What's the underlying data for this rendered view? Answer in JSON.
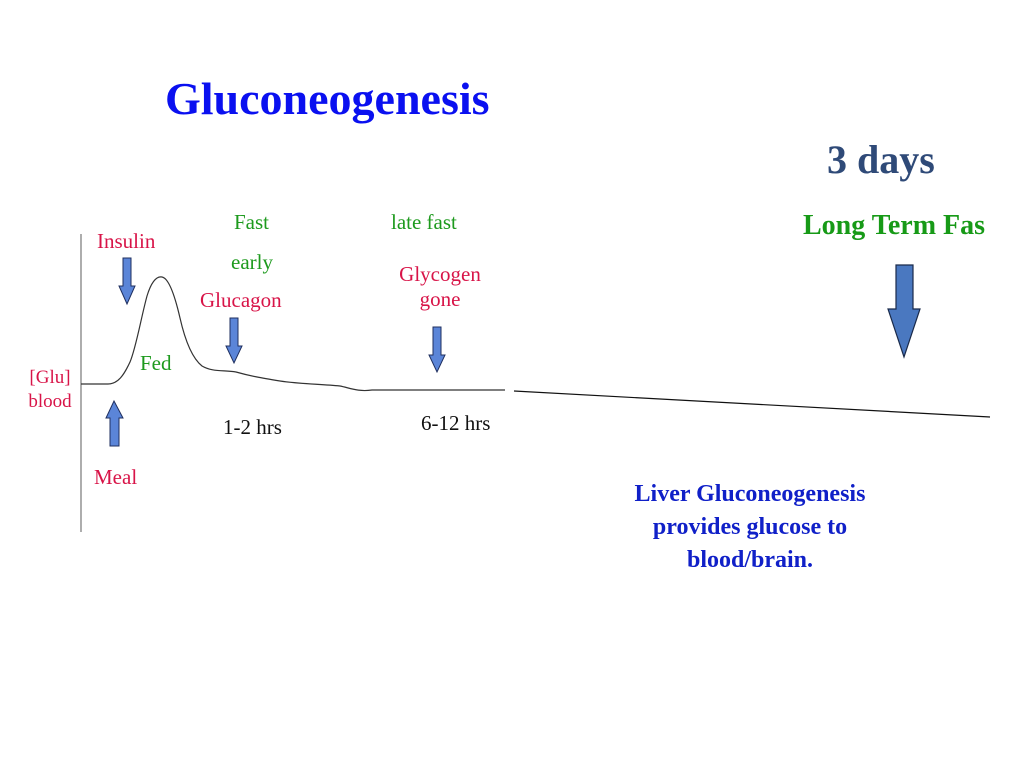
{
  "title": "Gluconeogenesis",
  "duration_label": "3 days",
  "long_term_label": "Long Term Fas",
  "fast_label": "Fast",
  "early_label": "early",
  "late_fast_label": "late fast",
  "insulin_label": "Insulin",
  "glucagon_label": "Glucagon",
  "glycogen_line1": "Glycogen",
  "glycogen_line2": "gone",
  "fed_label": "Fed",
  "glu_line1": "[Glu]",
  "glu_line2": "blood",
  "meal_label": "Meal",
  "time_short": "1-2 hrs",
  "time_long": "6-12 hrs",
  "liver_text": "Liver Gluconeogenesis provides glucose to blood/brain.",
  "colors": {
    "title": "#0a10f0",
    "days": "#2f4a78",
    "label_red": "#d81448",
    "label_green": "#1d9a1d",
    "liver": "#1020c8",
    "arrow_fill": "#5b85d8",
    "arrow_big_fill": "#4a78c0"
  },
  "icons": [
    "down-arrow-icon",
    "up-arrow-icon",
    "large-down-arrow-icon"
  ]
}
